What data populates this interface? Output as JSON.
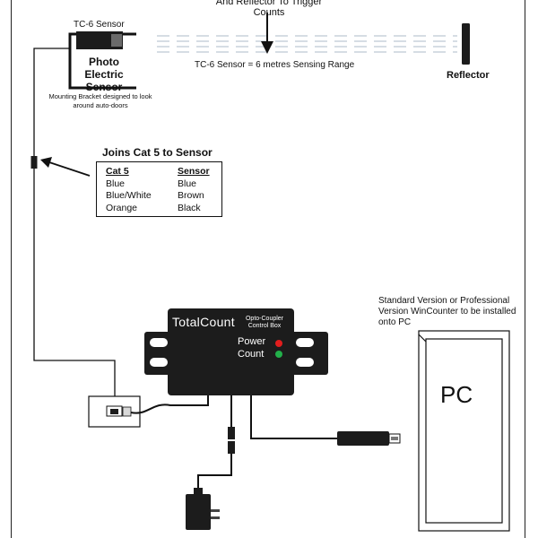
{
  "labels": {
    "beam_text": "And Reflector To Trigger Counts",
    "tc6_sensor": "TC-6 Sensor",
    "photo_electric_sensor": "Photo Electric Sensor",
    "mounting_note": "Mounting Bracket designed to look around auto-doors",
    "sensing_range": "TC-6 Sensor = 6 metres Sensing Range",
    "reflector": "Reflector",
    "joins_title": "Joins Cat 5 to Sensor",
    "pc_note": "Standard Version or Professional Version WinCounter to be installed onto PC",
    "pc": "PC"
  },
  "wiring_table": {
    "headers": [
      "Cat 5",
      "Sensor"
    ],
    "rows": [
      [
        "Blue",
        "Blue"
      ],
      [
        "Blue/White",
        "Brown"
      ],
      [
        "Orange",
        "Black"
      ]
    ]
  },
  "control_box": {
    "brand": "TotalCount",
    "subtitle": "Opto-Coupler Control Box",
    "power_label": "Power",
    "count_label": "Count",
    "power_led_color": "#e11d1d",
    "count_led_color": "#22b04a"
  },
  "colors": {
    "device_fill": "#1c1c1c",
    "beam": "#c8d2dc",
    "line": "#111111"
  }
}
